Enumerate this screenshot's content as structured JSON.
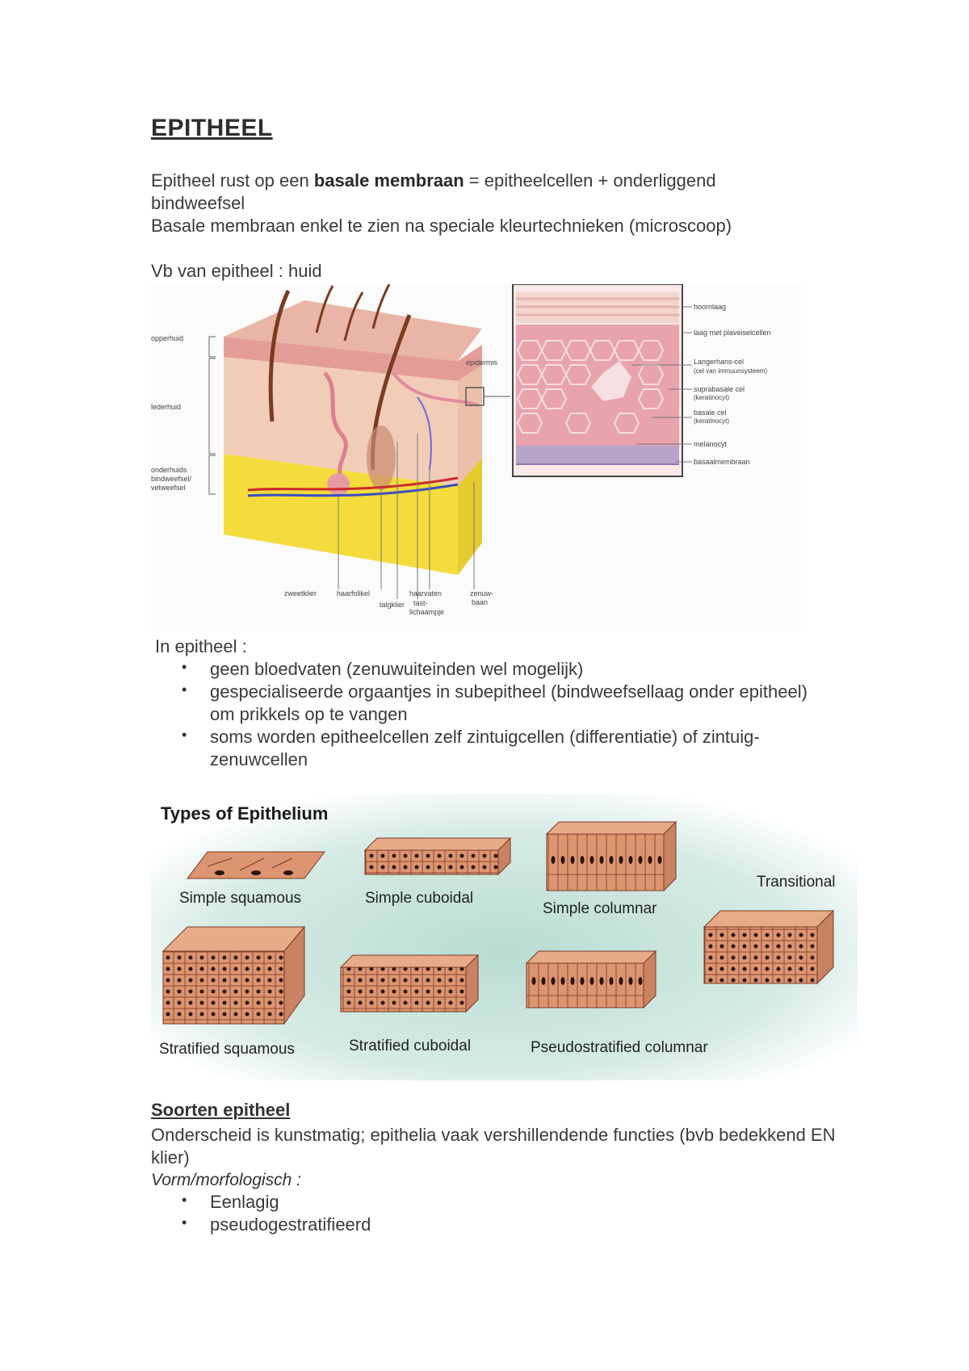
{
  "title": "EPITHEEL",
  "intro": {
    "p1_before": "Epitheel rust op een ",
    "p1_bold": "basale membraan",
    "p1_after": " = epitheelcellen + onderliggend bindweefsel",
    "p2": "Basale membraan enkel te zien na speciale kleurtechnieken (microscoop)",
    "example": "Vb van epitheel : huid"
  },
  "skin_figure": {
    "left_labels": [
      "opperhuid",
      "lederhuid",
      "onderhuids",
      "bindweefsel/",
      "vetweefsel"
    ],
    "epidermis_label": "epidermis",
    "bottom_labels": [
      "zweetklier",
      "haarfolikel",
      "talgklier",
      "haarvaten",
      "tast-",
      "lichaampje",
      "zenuw-",
      "baan"
    ],
    "right_labels": [
      "hoornlaag",
      "laag met plaveiselcellen",
      "Langerhans-cel",
      "(cel van immuunsysteem)",
      "suprabasale cel",
      "(keratinocyt)",
      "basale cel",
      "(keratinocyt)",
      "melanocyt",
      "basaalmembraan"
    ]
  },
  "in_epitheel": {
    "heading": "In epitheel :",
    "items": [
      "geen bloedvaten (zenuwuiteinden wel mogelijk)",
      "gespecialiseerde orgaantjes in subepitheel (bindweefsellaag onder epitheel) om prikkels op te vangen",
      "soms worden epitheelcellen zelf zintuigcellen (differentiatie) of zintuig-zenuwcellen"
    ]
  },
  "types_figure": {
    "title": "Types of Epithelium",
    "labels": [
      "Simple squamous",
      "Simple cuboidal",
      "Simple columnar",
      "Transitional",
      "Stratified squamous",
      "Stratified cuboidal",
      "Pseudostratified columnar"
    ]
  },
  "soorten": {
    "heading": "Soorten epitheel",
    "text": "Onderscheid is kunstmatig; epithelia vaak vershillendende functies (bvb bedekkend EN klier)",
    "vorm_heading": "Vorm/morfologisch :",
    "items": [
      "Eenlagig",
      "pseudogestratifieerd"
    ]
  },
  "colors": {
    "skin_top": "#e9b5a6",
    "dermis": "#f1cdb8",
    "fat": "#f4dc3c",
    "cell_pink": "#e8a3ac",
    "epithelium_tan": "#dc9570",
    "types_bg": "#cfe6df"
  }
}
